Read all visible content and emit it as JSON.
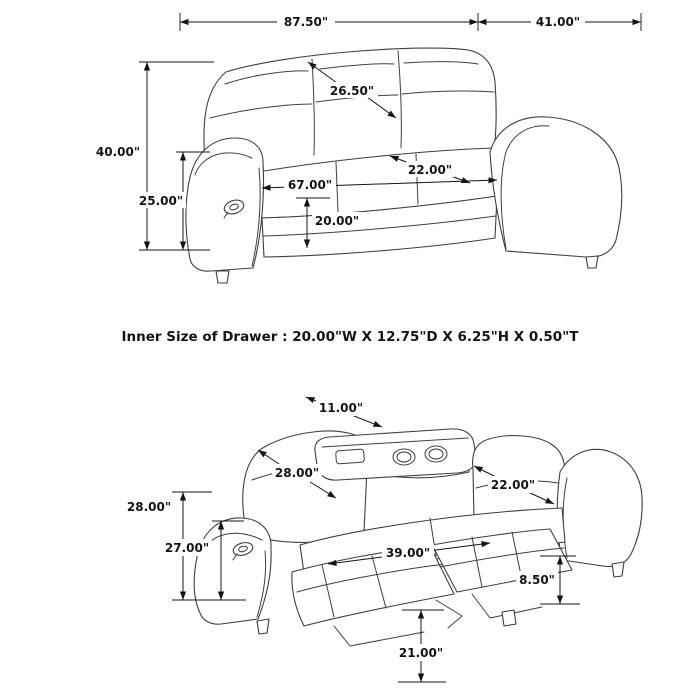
{
  "style": {
    "background": "#ffffff",
    "line_color": "#3f3f3f",
    "ink": "#141414"
  },
  "note": {
    "drawer_inner_size": "Inner Size of Drawer : 20.00\"W X 12.75\"D X 6.25\"H X 0.50\"T"
  },
  "top_view": {
    "overall_width": "87.50\"",
    "arm_to_arm_width": "41.00\"",
    "back_cushion_width": "26.50\"",
    "overall_height": "40.00\"",
    "arm_height": "25.00\"",
    "inner_seat_width": "67.00\"",
    "seat_cushion_width": "22.00\"",
    "seat_height": "20.00\""
  },
  "bottom_view": {
    "table_width": "11.00\"",
    "back_cushion_width": "28.00\"",
    "seat_cushion_width": "22.00\"",
    "overall_height": "28.00\"",
    "arm_height": "27.00\"",
    "recline_length": "39.00\"",
    "footrest_thickness": "8.50\"",
    "footrest_floor_height": "21.00\""
  }
}
